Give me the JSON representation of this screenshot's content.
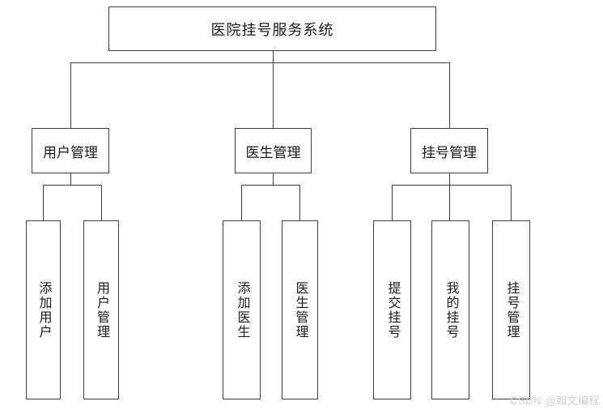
{
  "diagram": {
    "root": {
      "label": "医院挂号服务系统"
    },
    "branches": [
      {
        "label": "用户管理",
        "children": [
          {
            "label": "添加用户"
          },
          {
            "label": "用户管理"
          }
        ]
      },
      {
        "label": "医生管理",
        "children": [
          {
            "label": "添加医生"
          },
          {
            "label": "医生管理"
          }
        ]
      },
      {
        "label": "挂号管理",
        "children": [
          {
            "label": "提交挂号"
          },
          {
            "label": "我的挂号"
          },
          {
            "label": "挂号管理"
          }
        ]
      }
    ]
  },
  "watermark": {
    "text": "CSDN @翰文编程"
  },
  "colors": {
    "background": "#ffffff",
    "box_fill": "#ffffff",
    "box_border": "#3f3f3f",
    "line": "#3f3f3f",
    "text": "#1a1a1a",
    "watermark": "#d6cece"
  }
}
